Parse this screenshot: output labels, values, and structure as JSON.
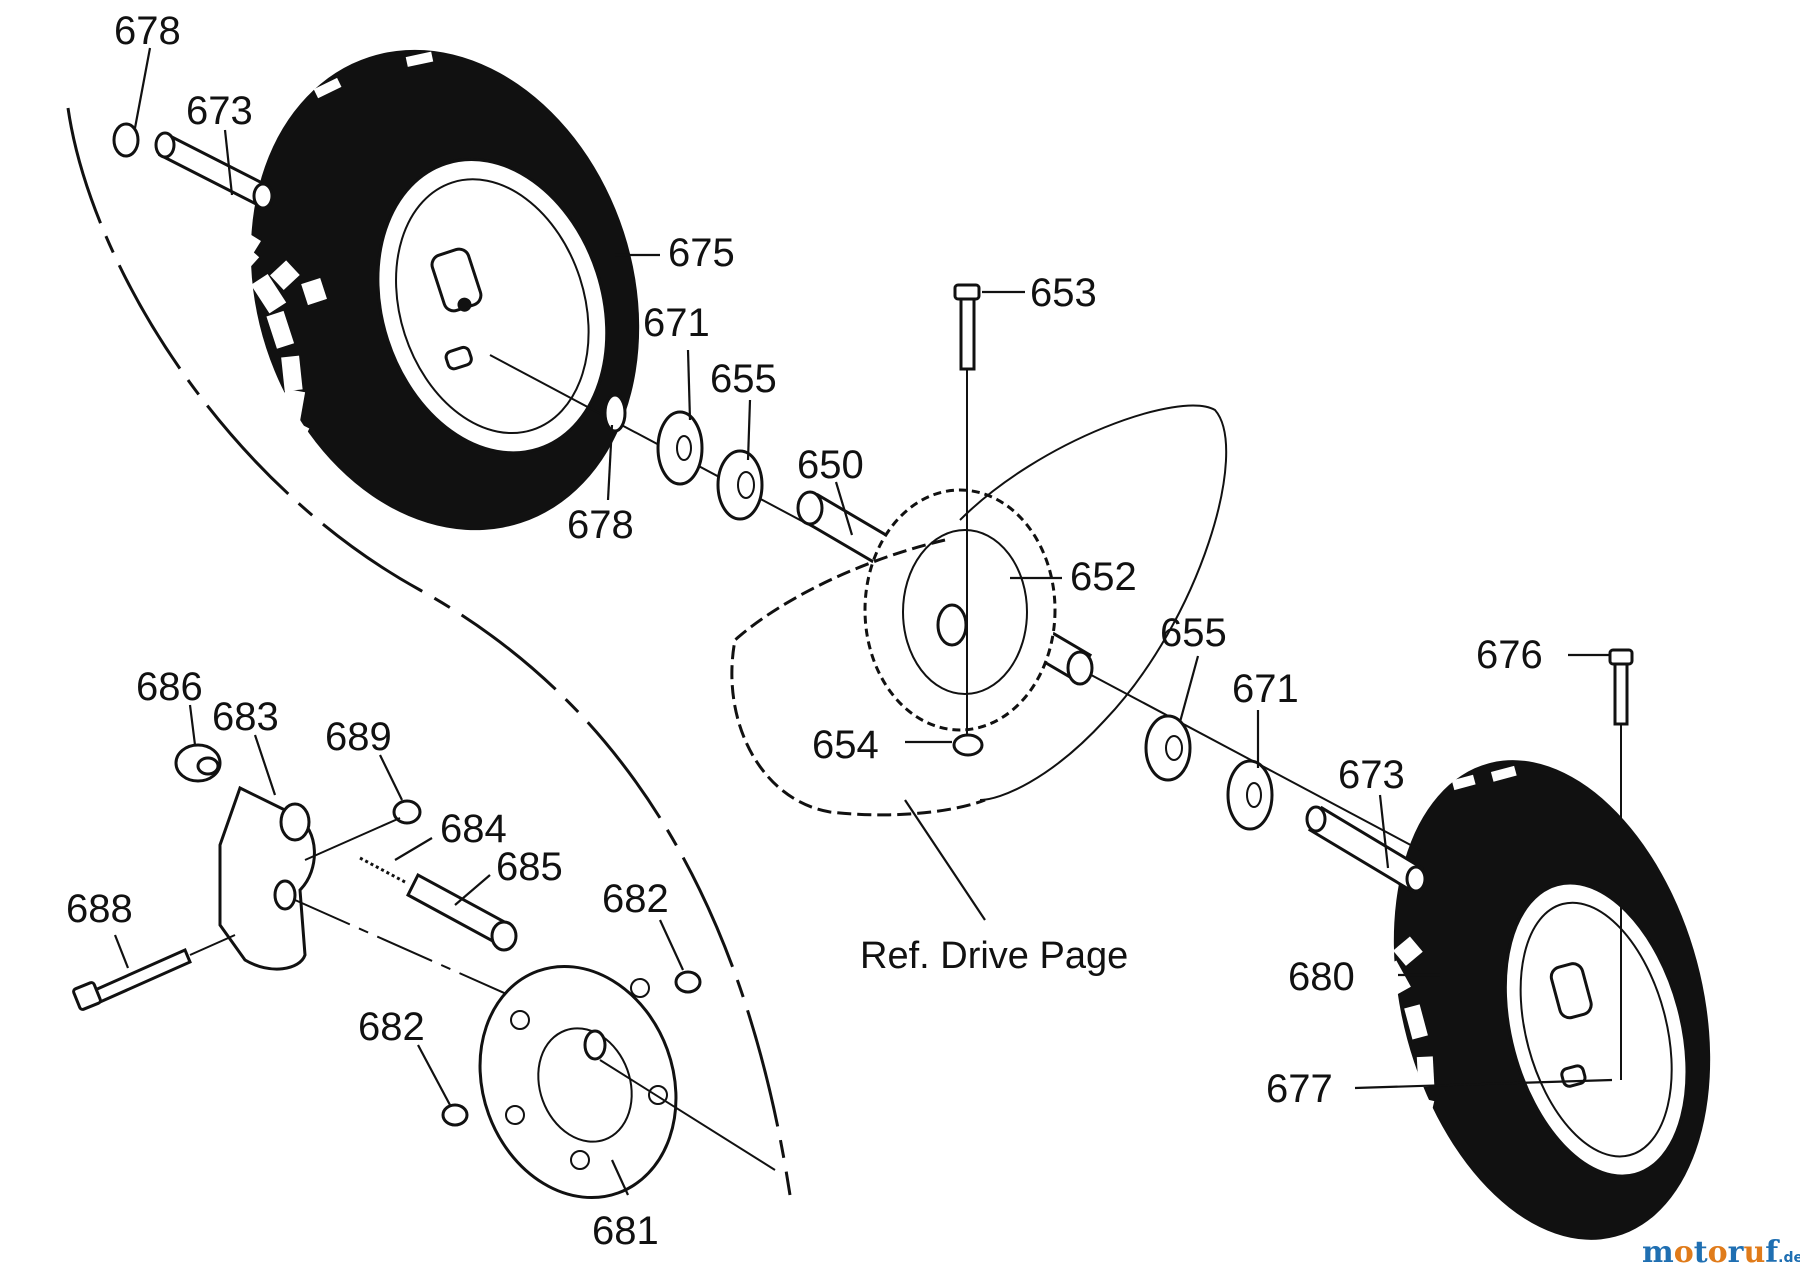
{
  "callouts": {
    "c678a": "678",
    "c673a": "673",
    "c675": "675",
    "c671a": "671",
    "c655a": "655",
    "c678b": "678",
    "c650": "650",
    "c653": "653",
    "c652": "652",
    "c655b": "655",
    "c671b": "671",
    "c676": "676",
    "c673b": "673",
    "c654": "654",
    "c686": "686",
    "c683": "683",
    "c689": "689",
    "c684": "684",
    "c685": "685",
    "c688": "688",
    "c682a": "682",
    "c682b": "682",
    "c681": "681",
    "c680": "680",
    "c677": "677"
  },
  "reference_note": "Ref. Drive Page",
  "watermark": {
    "brand": "motoruf",
    "tld": ".de",
    "colors": {
      "m": "#1f6fb2",
      "o1": "#e07b1a",
      "t": "#1f6fb2",
      "o2": "#e07b1a",
      "r": "#1f6fb2",
      "u": "#e07b1a",
      "f": "#1f6fb2"
    }
  },
  "colors": {
    "ink": "#111111",
    "paper": "#ffffff"
  }
}
